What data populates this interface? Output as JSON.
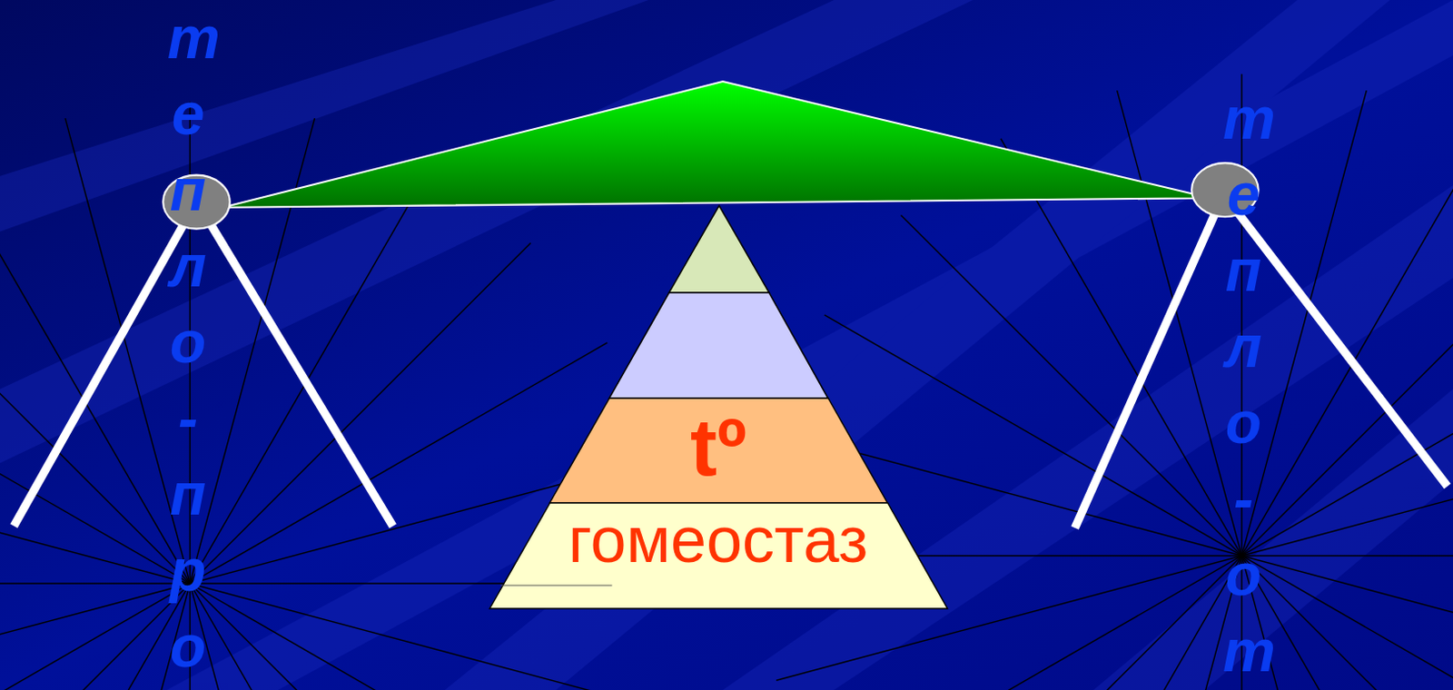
{
  "diagram": {
    "nodes": [
      {
        "text": [
          "tº"
        ]
      },
      {
        "text": [
          "гомеостаз"
        ]
      }
    ],
    "labels": [
      "тепло-про",
      "тепло-от"
    ]
  }
}
